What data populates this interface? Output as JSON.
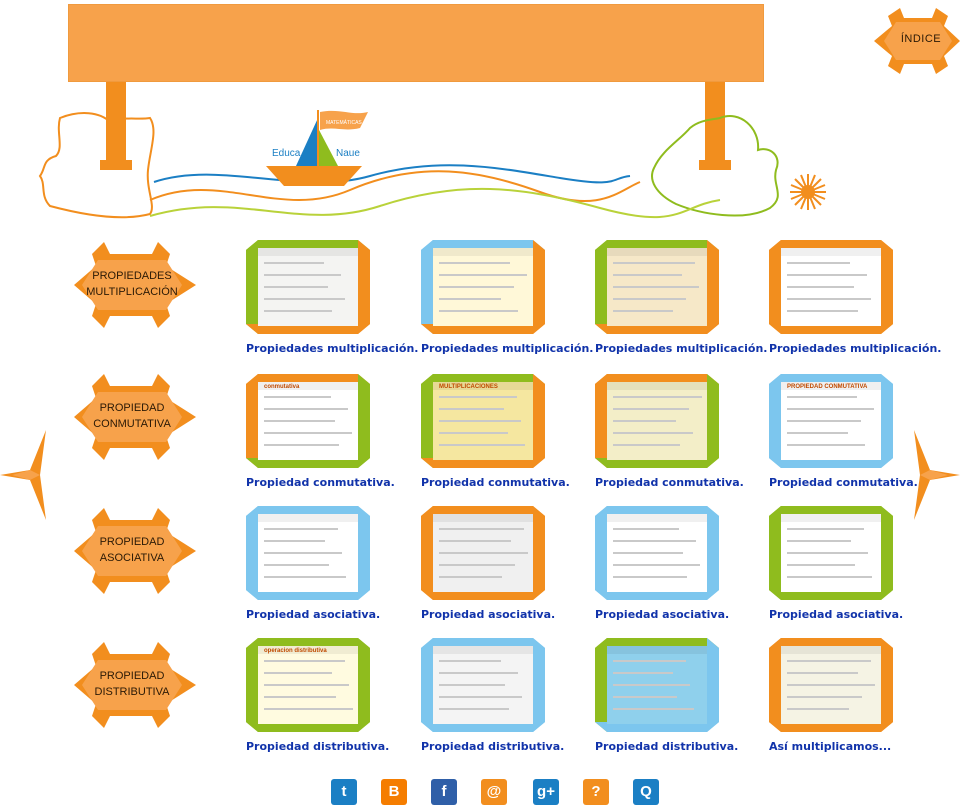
{
  "header": {
    "index_label": "ÍNDICE",
    "boat": {
      "flag_text": "MATEMÁTICAS",
      "left_word": "Educa",
      "right_word": "Naue"
    }
  },
  "rows": [
    {
      "label_line1": "PROPIEDADES",
      "label_line2": "MULTIPLICACIÓN",
      "cards": [
        {
          "caption": "Propiedades multiplicación."
        },
        {
          "caption": "Propiedades multiplicación."
        },
        {
          "caption": "Propiedades multiplicación."
        },
        {
          "caption": "Propiedades multiplicación."
        }
      ]
    },
    {
      "label_line1": "PROPIEDAD",
      "label_line2": "CONMUTATIVA",
      "cards": [
        {
          "caption": "Propiedad conmutativa.",
          "thumb_title": "conmutativa"
        },
        {
          "caption": "Propiedad conmutativa.",
          "thumb_title": "MULTIPLICACIONES"
        },
        {
          "caption": "Propiedad conmutativa."
        },
        {
          "caption": "Propiedad conmutativa.",
          "thumb_title": "PROPIEDAD CONMUTATIVA"
        }
      ]
    },
    {
      "label_line1": "PROPIEDAD",
      "label_line2": "ASOCIATIVA",
      "cards": [
        {
          "caption": "Propiedad asociativa."
        },
        {
          "caption": "Propiedad asociativa."
        },
        {
          "caption": "Propiedad asociativa."
        },
        {
          "caption": "Propiedad asociativa."
        }
      ]
    },
    {
      "label_line1": "PROPIEDAD",
      "label_line2": "DISTRIBUTIVA",
      "cards": [
        {
          "caption": "Propiedad distributiva.",
          "thumb_title": "operacion distributiva"
        },
        {
          "caption": "Propiedad distributiva."
        },
        {
          "caption": "Propiedad distributiva."
        },
        {
          "caption": "Así multiplicamos..."
        }
      ]
    }
  ],
  "social": [
    {
      "icon": "twitter-icon",
      "glyph": "t",
      "color": "#1b7fc4"
    },
    {
      "icon": "blogger-icon",
      "glyph": "B",
      "color": "#f57d00"
    },
    {
      "icon": "facebook-icon",
      "glyph": "f",
      "color": "#2f5fa8"
    },
    {
      "icon": "email-icon",
      "glyph": "@",
      "color": "#f28e1e"
    },
    {
      "icon": "google-plus-icon",
      "glyph": "g+",
      "color": "#1b7fc4"
    },
    {
      "icon": "help-icon",
      "glyph": "?",
      "color": "#f28e1e"
    },
    {
      "icon": "search-icon",
      "glyph": "Q",
      "color": "#1b7fc4"
    }
  ],
  "colors": {
    "orange": "#f28e1e",
    "banner": "#f7a24b",
    "green": "#8fbc1e",
    "blue": "#7cc6ee",
    "caption": "#1133aa"
  }
}
